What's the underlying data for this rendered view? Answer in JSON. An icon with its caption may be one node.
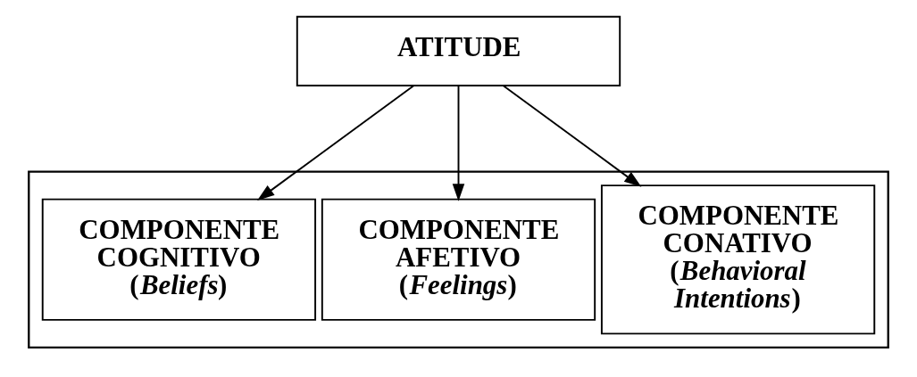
{
  "diagram": {
    "nodes": [
      {
        "text": [
          "ATITUDE"
        ]
      },
      {
        "text": [],
        "shape": "box"
      },
      {
        "text": [
          "COMPONENTE COGNITIVO",
          "(*Beliefs*)"
        ],
        "in": 1
      },
      {
        "text": [
          "COMPONENTE AFETIVO",
          "(*Feelings*)"
        ],
        "in": 1
      },
      {
        "text": [
          "COMPONENTE CONATIVO",
          "(*Behavioral Intentions*)"
        ],
        "in": 1
      }
    ],
    "edges": [
      {
        "from": 0,
        "to": 2,
        "arrow": "to"
      },
      {
        "from": 0,
        "to": 3,
        "arrow": "to"
      },
      {
        "from": 0,
        "to": 4,
        "arrow": "to"
      }
    ]
  }
}
